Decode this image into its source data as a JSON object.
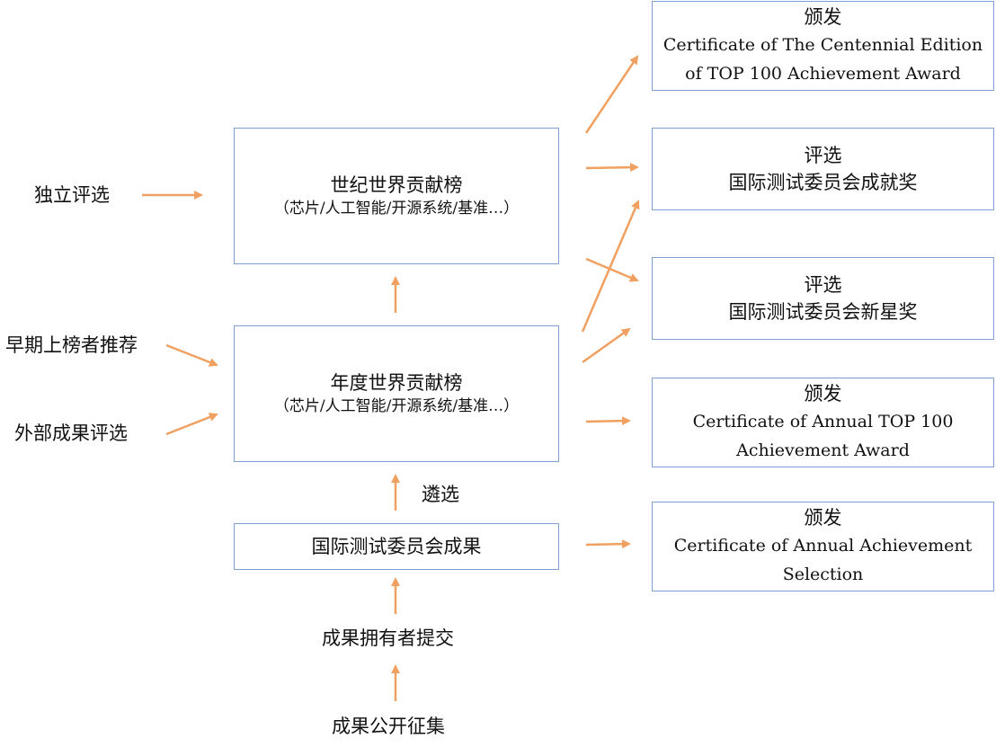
{
  "colors": {
    "arrow": "#f0a060",
    "box_border": "#7f9fd4"
  },
  "left_inputs": {
    "independent": "独立评选",
    "early_recommend": "早期上榜者推荐",
    "external": "外部成果评选"
  },
  "century_list": {
    "title": "世纪世界贡献榜",
    "subtitle": "（芯片/人工智能/开源系统/基准…）"
  },
  "annual_list": {
    "title": "年度世界贡献榜",
    "subtitle": "（芯片/人工智能/开源系统/基准…）"
  },
  "selection_label": "遴选",
  "committee_results": "国际测试委员会成果",
  "owner_submit": "成果拥有者提交",
  "public_call": "成果公开征集",
  "outputs": {
    "centennial": {
      "head": "颁发",
      "line1": "Certificate of The Centennial Edition",
      "line2": "of TOP 100 Achievement Award"
    },
    "achievement_award": {
      "head": "评选",
      "line1": "国际测试委员会成就奖"
    },
    "rising_star": {
      "head": "评选",
      "line1": "国际测试委员会新星奖"
    },
    "annual_top100": {
      "head": "颁发",
      "line1": "Certificate of Annual TOP 100",
      "line2": "Achievement Award"
    },
    "annual_selection": {
      "head": "颁发",
      "line1": "Certificate of Annual Achievement",
      "line2": "Selection"
    }
  }
}
